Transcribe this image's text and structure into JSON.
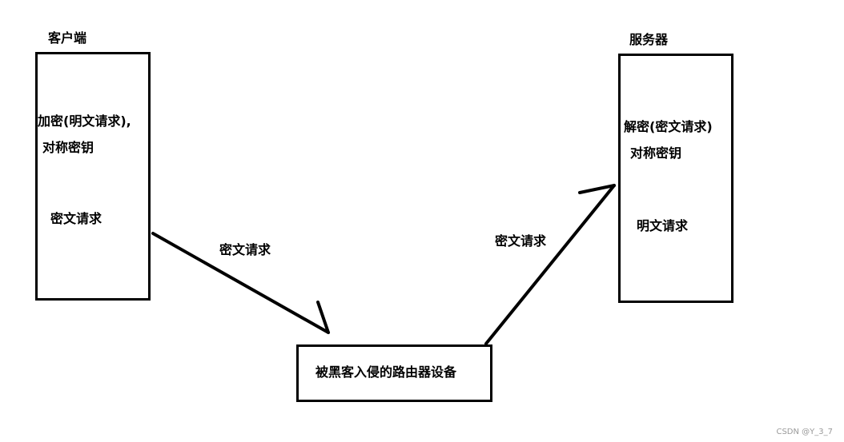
{
  "client": {
    "title": "客户端",
    "encrypt_line1": "加密(明文请求),",
    "encrypt_line2": "对称密钥",
    "result": "密文请求"
  },
  "server": {
    "title": "服务器",
    "decrypt_line1": "解密(密文请求)",
    "decrypt_line2": "对称密钥",
    "result": "明文请求"
  },
  "middle": {
    "router": "被黑客入侵的路由器设备"
  },
  "edges": {
    "client_to_router": "密文请求",
    "router_to_server": "密文请求"
  },
  "watermark": "CSDN @Y_3_7",
  "colors": {
    "stroke": "#000000",
    "background": "#ffffff",
    "watermark": "#9a9a9a"
  }
}
